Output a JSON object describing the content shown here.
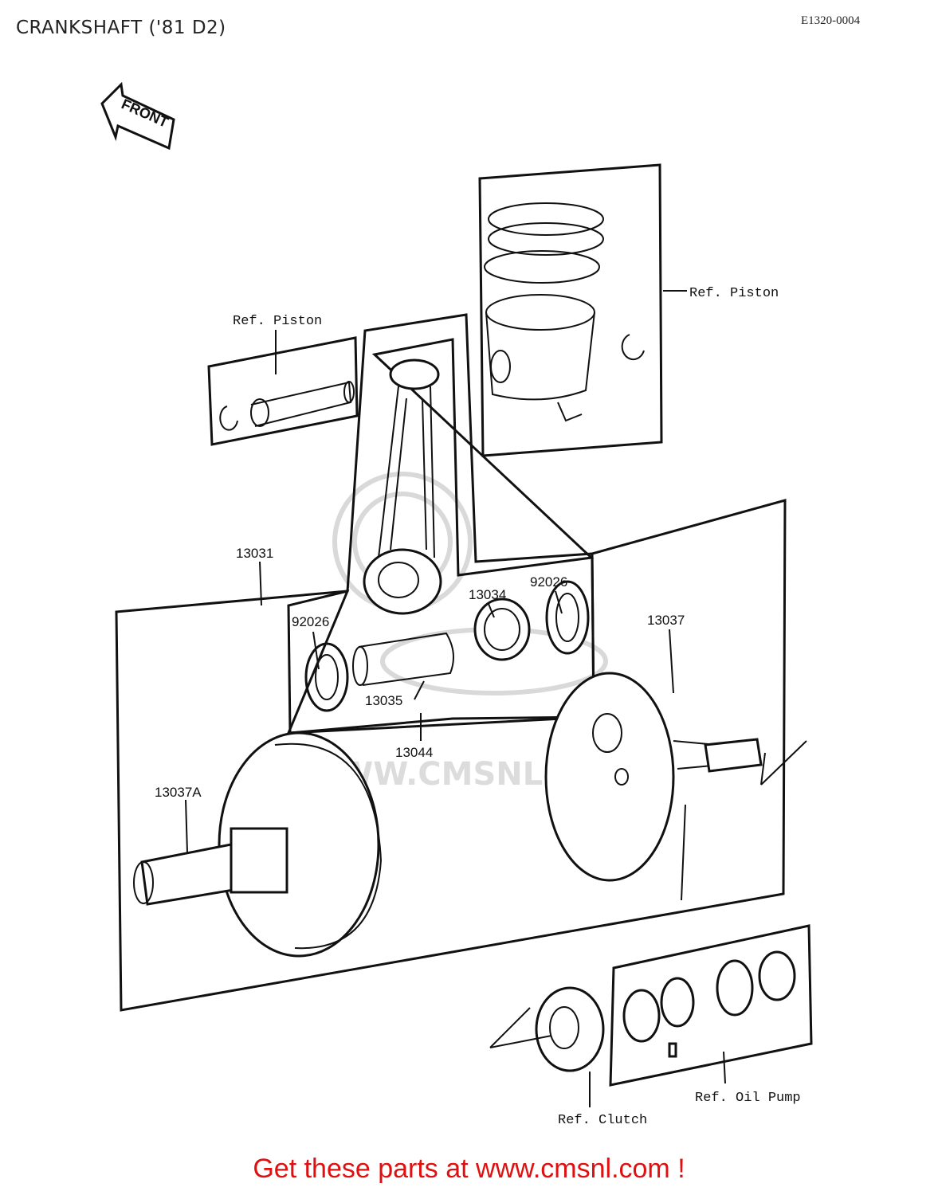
{
  "page": {
    "title": "CRANKSHAFT ('81 D2)",
    "diagram_code": "E1320-0004",
    "footer_link": "Get these parts at www.cmsnl.com !"
  },
  "diagram": {
    "front_arrow": "FRONT",
    "watermark": "WWW.CMSNL.COM",
    "labels": {
      "ref_piston_left": "Ref. Piston",
      "ref_piston_right": "Ref. Piston",
      "p13031": "13031",
      "p92026_left": "92026",
      "p92026_right": "92026",
      "p13034": "13034",
      "p13037": "13037",
      "p13035": "13035",
      "p13044": "13044",
      "p13037a": "13037A",
      "ref_oil_pump": "Ref. Oil Pump",
      "ref_clutch": "Ref. Clutch"
    }
  }
}
